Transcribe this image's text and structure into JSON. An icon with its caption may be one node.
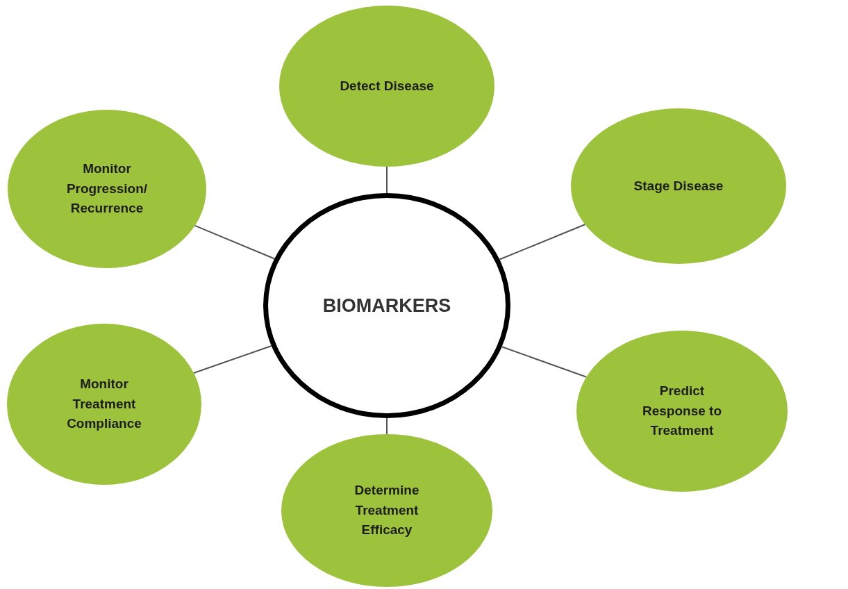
{
  "diagram": {
    "nodes": [
      {
        "text": [
          "BIOMARKERS"
        ]
      },
      {
        "text": [
          "Detect Disease"
        ]
      },
      {
        "text": [
          "Stage Disease"
        ]
      },
      {
        "text": [
          "Predict Response to Treatment"
        ]
      },
      {
        "text": [
          "Determine Treatment Efficacy"
        ]
      },
      {
        "text": [
          "Monitor Treatment Compliance"
        ]
      },
      {
        "text": [
          "Monitor Progression/ Recurrence"
        ]
      }
    ],
    "edges": [
      {
        "from": 0,
        "to": 1,
        "arrow": "none"
      },
      {
        "from": 0,
        "to": 2,
        "arrow": "none"
      },
      {
        "from": 0,
        "to": 3,
        "arrow": "none"
      },
      {
        "from": 0,
        "to": 4,
        "arrow": "none"
      },
      {
        "from": 0,
        "to": 5,
        "arrow": "none"
      },
      {
        "from": 0,
        "to": 6,
        "arrow": "none"
      }
    ]
  }
}
